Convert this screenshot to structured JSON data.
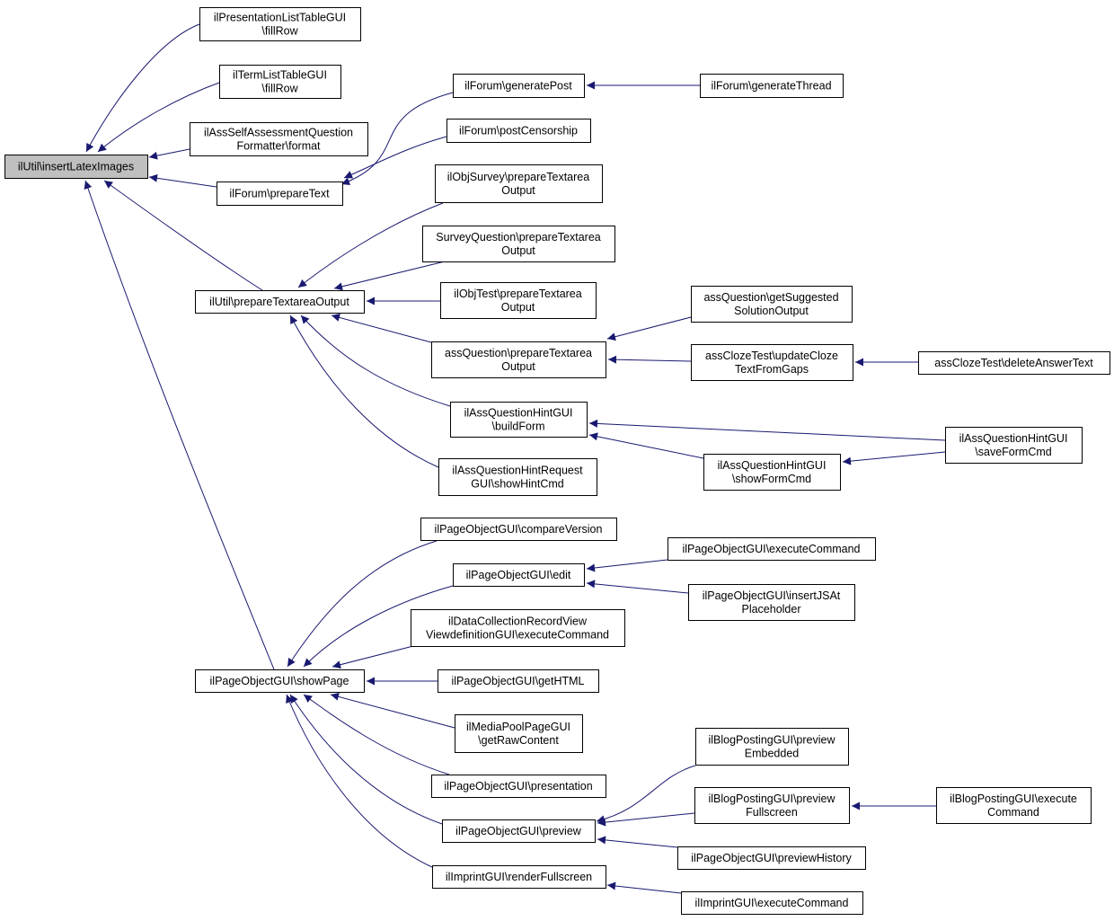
{
  "graph": {
    "colors": {
      "edge": "#191970",
      "root_fill": "#bfbfbf",
      "node_fill": "#ffffff",
      "border": "#000000"
    },
    "nodes": {
      "n_insert": [
        "ilUtil\\insertLatexImages"
      ],
      "n_plist": [
        "ilPresentationListTableGUI",
        "\\fillRow"
      ],
      "n_term": [
        "ilTermListTableGUI",
        "\\fillRow"
      ],
      "n_assfmt": [
        "ilAssSelfAssessmentQuestion",
        "Formatter\\format"
      ],
      "n_prepText": [
        "ilForum\\prepareText"
      ],
      "n_genPost": [
        "ilForum\\generatePost"
      ],
      "n_genThread": [
        "ilForum\\generateThread"
      ],
      "n_postCens": [
        "ilForum\\postCensorship"
      ],
      "n_objSurvey": [
        "ilObjSurvey\\prepareTextarea",
        "Output"
      ],
      "n_survQ": [
        "SurveyQuestion\\prepareTextarea",
        "Output"
      ],
      "n_prepTA": [
        "ilUtil\\prepareTextareaOutput"
      ],
      "n_objTest": [
        "ilObjTest\\prepareTextarea",
        "Output"
      ],
      "n_assQ": [
        "assQuestion\\prepareTextarea",
        "Output"
      ],
      "n_sugSol": [
        "assQuestion\\getSuggested",
        "SolutionOutput"
      ],
      "n_cloze": [
        "assClozeTest\\updateCloze",
        "TextFromGaps"
      ],
      "n_delAns": [
        "assClozeTest\\deleteAnswerText"
      ],
      "n_hintBuild": [
        "ilAssQuestionHintGUI",
        "\\buildForm"
      ],
      "n_hintSave": [
        "ilAssQuestionHintGUI",
        "\\saveFormCmd"
      ],
      "n_hintShow": [
        "ilAssQuestionHintGUI",
        "\\showFormCmd"
      ],
      "n_hintReq": [
        "ilAssQuestionHintRequest",
        "GUI\\showHintCmd"
      ],
      "n_cmpVer": [
        "ilPageObjectGUI\\compareVersion"
      ],
      "n_edit": [
        "ilPageObjectGUI\\edit"
      ],
      "n_execCmd": [
        "ilPageObjectGUI\\executeCommand"
      ],
      "n_insJS": [
        "ilPageObjectGUI\\insertJSAt",
        "Placeholder"
      ],
      "n_dataColl": [
        "ilDataCollectionRecordView",
        "ViewdefinitionGUI\\executeCommand"
      ],
      "n_showPage": [
        "ilPageObjectGUI\\showPage"
      ],
      "n_getHTML": [
        "ilPageObjectGUI\\getHTML"
      ],
      "n_mediaPool": [
        "ilMediaPoolPageGUI",
        "\\getRawContent"
      ],
      "n_presentation": [
        "ilPageObjectGUI\\presentation"
      ],
      "n_blogEmb": [
        "ilBlogPostingGUI\\preview",
        "Embedded"
      ],
      "n_blogFull": [
        "ilBlogPostingGUI\\preview",
        "Fullscreen"
      ],
      "n_blogExec": [
        "ilBlogPostingGUI\\execute",
        "Command"
      ],
      "n_preview": [
        "ilPageObjectGUI\\preview"
      ],
      "n_prevHist": [
        "ilPageObjectGUI\\previewHistory"
      ],
      "n_imprintRender": [
        "ilImprintGUI\\renderFullscreen"
      ],
      "n_imprintExec": [
        "ilImprintGUI\\executeCommand"
      ]
    },
    "edges": [
      [
        "n_plist",
        "n_insert"
      ],
      [
        "n_term",
        "n_insert"
      ],
      [
        "n_assfmt",
        "n_insert"
      ],
      [
        "n_prepText",
        "n_insert"
      ],
      [
        "n_prepTA",
        "n_insert"
      ],
      [
        "n_showPage",
        "n_insert"
      ],
      [
        "n_genPost",
        "n_prepText"
      ],
      [
        "n_postCens",
        "n_prepText"
      ],
      [
        "n_genThread",
        "n_genPost"
      ],
      [
        "n_objSurvey",
        "n_prepTA"
      ],
      [
        "n_survQ",
        "n_prepTA"
      ],
      [
        "n_objTest",
        "n_prepTA"
      ],
      [
        "n_assQ",
        "n_prepTA"
      ],
      [
        "n_hintBuild",
        "n_prepTA"
      ],
      [
        "n_hintReq",
        "n_prepTA"
      ],
      [
        "n_sugSol",
        "n_assQ"
      ],
      [
        "n_cloze",
        "n_assQ"
      ],
      [
        "n_delAns",
        "n_cloze"
      ],
      [
        "n_hintSave",
        "n_hintBuild"
      ],
      [
        "n_hintShow",
        "n_hintBuild"
      ],
      [
        "n_hintSave",
        "n_hintShow"
      ],
      [
        "n_cmpVer",
        "n_showPage"
      ],
      [
        "n_edit",
        "n_showPage"
      ],
      [
        "n_dataColl",
        "n_showPage"
      ],
      [
        "n_getHTML",
        "n_showPage"
      ],
      [
        "n_mediaPool",
        "n_showPage"
      ],
      [
        "n_presentation",
        "n_showPage"
      ],
      [
        "n_preview",
        "n_showPage"
      ],
      [
        "n_imprintRender",
        "n_showPage"
      ],
      [
        "n_execCmd",
        "n_edit"
      ],
      [
        "n_insJS",
        "n_edit"
      ],
      [
        "n_blogEmb",
        "n_preview"
      ],
      [
        "n_blogFull",
        "n_preview"
      ],
      [
        "n_prevHist",
        "n_preview"
      ],
      [
        "n_blogExec",
        "n_blogFull"
      ],
      [
        "n_imprintExec",
        "n_imprintRender"
      ]
    ]
  }
}
